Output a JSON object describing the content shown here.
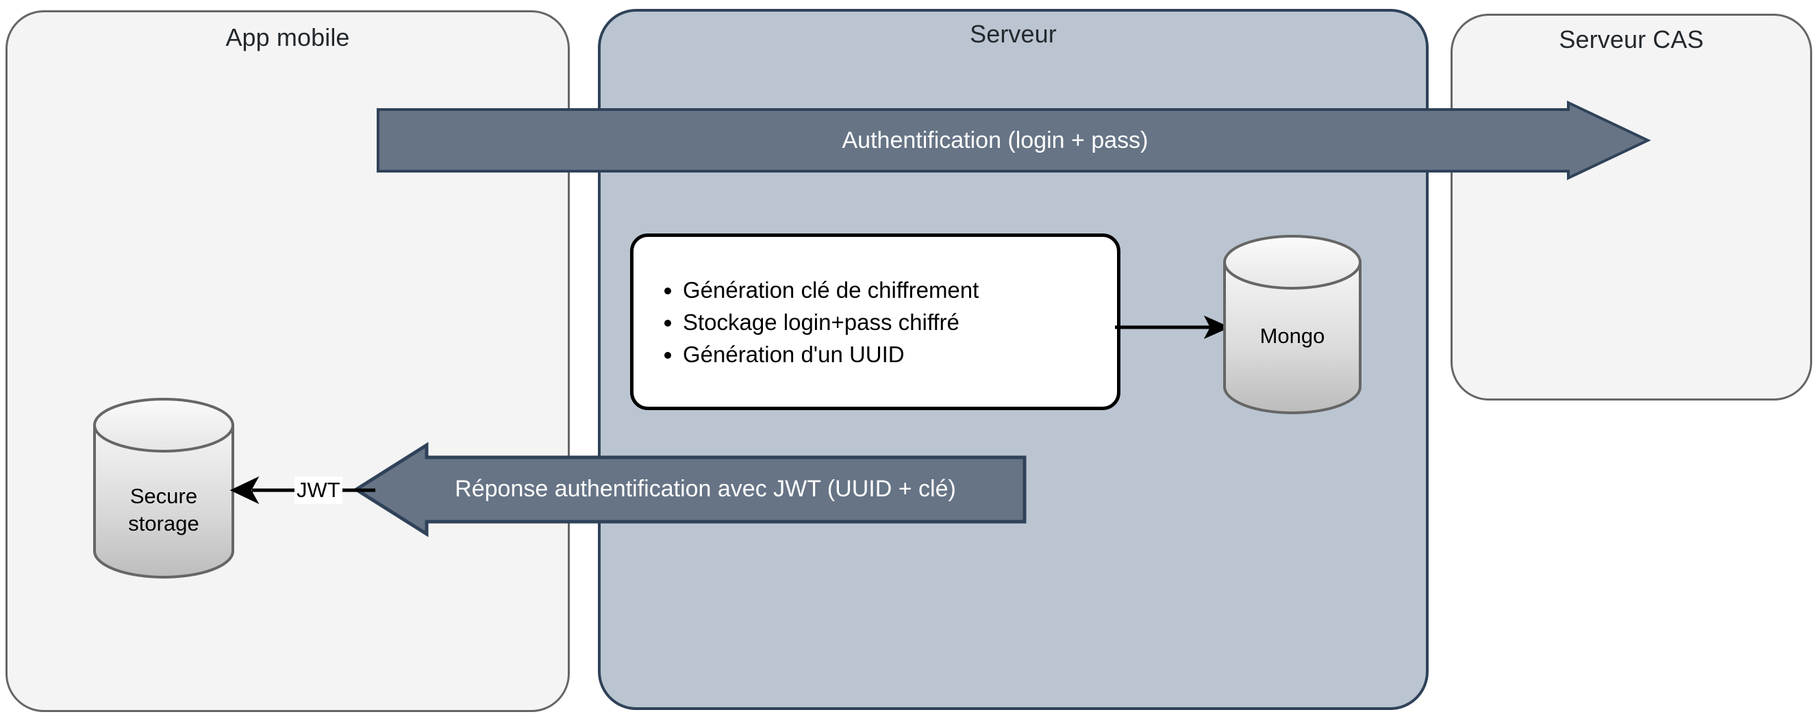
{
  "diagram": {
    "title_app": "App mobile",
    "title_server": "Serveur",
    "title_cas": "Serveur CAS",
    "colors": {
      "panel_app_fill": "#f4f4f4",
      "panel_app_border": "#666666",
      "panel_server_fill": "#bac5d1",
      "panel_server_border": "#2f4259",
      "panel_cas_fill": "#f4f4f4",
      "panel_cas_border": "#666666",
      "arrow_fill": "#667485",
      "arrow_border": "#2f4259",
      "arrow_text": "#ffffff",
      "box_fill": "#ffffff",
      "box_border": "#000000",
      "cylinder_top": "#f2f2f2",
      "cylinder_bottom": "#bfbfbf",
      "cylinder_border": "#666666",
      "connector_line": "#000000"
    }
  },
  "arrows": {
    "auth_label": "Authentification (login + pass)",
    "response_label": "Réponse authentification avec JWT (UUID + clé)",
    "jwt_label": "JWT"
  },
  "process": {
    "bullets": [
      "Génération clé de chiffrement",
      "Stockage login+pass chiffré",
      "Génération d'un UUID"
    ]
  },
  "stores": {
    "mongo_label": "Mongo",
    "secure_storage_label_line1": "Secure",
    "secure_storage_label_line2": "storage"
  }
}
